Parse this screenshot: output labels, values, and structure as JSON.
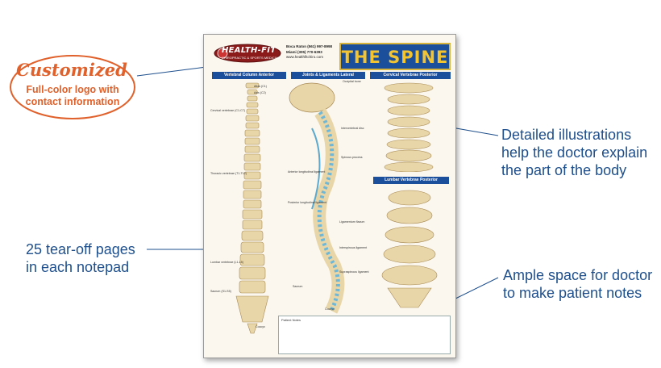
{
  "customized_badge": {
    "title": "Customized",
    "subtitle_line1": "Full-color logo with",
    "subtitle_line2": "contact information",
    "color": "#e0612b"
  },
  "callouts": {
    "illustrations": [
      "Detailed illustrations",
      "help the doctor explain",
      "the part of the body"
    ],
    "pages": [
      "25 tear-off pages",
      "in each notepad"
    ],
    "notes": [
      "Ample space for doctor",
      "to make patient notes"
    ],
    "color": "#1e4f8c"
  },
  "sheet": {
    "logo_name": "HEALTH-FIT",
    "logo_tagline": "CHIROPRACTIC & SPORTS MEDICINE",
    "contact_line1": "Boca Raton (561) 997-8998",
    "contact_line2": "Miami (305) 770-6393",
    "contact_line3": "www.healthfitchiro.com",
    "title": "THE SPINE",
    "sections": {
      "anterior": "Vertebral Column Anterior",
      "lateral": "Joints & Ligaments Lateral",
      "cervical": "Cervical Vertebrae Posterior",
      "lumbar": "Lumbar Vertebrae Posterior"
    },
    "notes_label": "Patient Notes",
    "labels_anterior": [
      "Atlas (C1)",
      "Axis (C2)",
      "Cervical vertebrae (C1-C7)",
      "Thoracic vertebrae (T1-T12)",
      "Lumbar vertebrae (L1-L5)",
      "Sacrum (S1-S5)",
      "Coccyx"
    ],
    "labels_lateral": [
      "Occipital bone",
      "Intervertebral disc",
      "Spinous process",
      "Anterior longitudinal ligament",
      "Posterior longitudinal ligament",
      "Ligamentum flavum",
      "Interspinous ligament",
      "Supraspinous ligament",
      "Sacrum",
      "Coccyx"
    ]
  }
}
